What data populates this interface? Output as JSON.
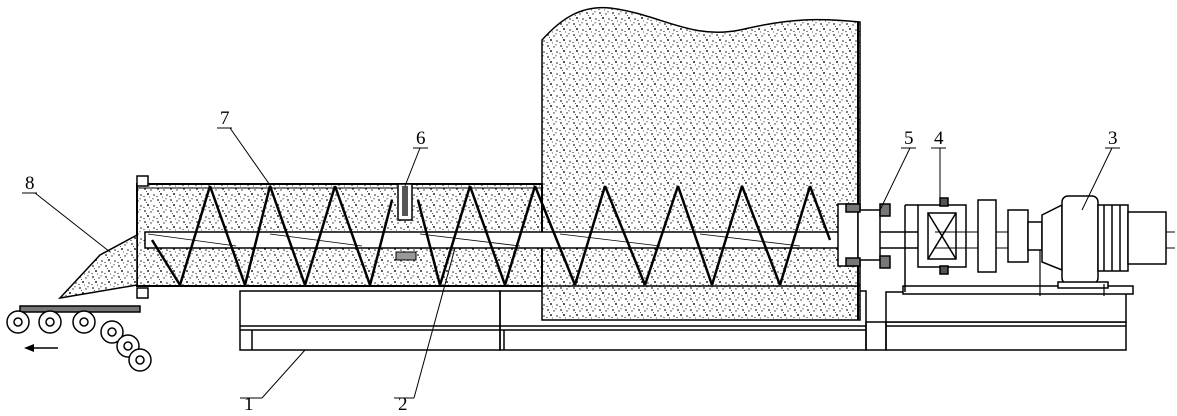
{
  "labels": {
    "l1": "1",
    "l2": "2",
    "l3": "3",
    "l4": "4",
    "l5": "5",
    "l6": "6",
    "l7": "7",
    "l8": "8"
  },
  "colors": {
    "line": "#000000",
    "background": "#ffffff",
    "stipple": "#222222"
  },
  "icons": {
    "direction": "arrow-left-icon"
  }
}
